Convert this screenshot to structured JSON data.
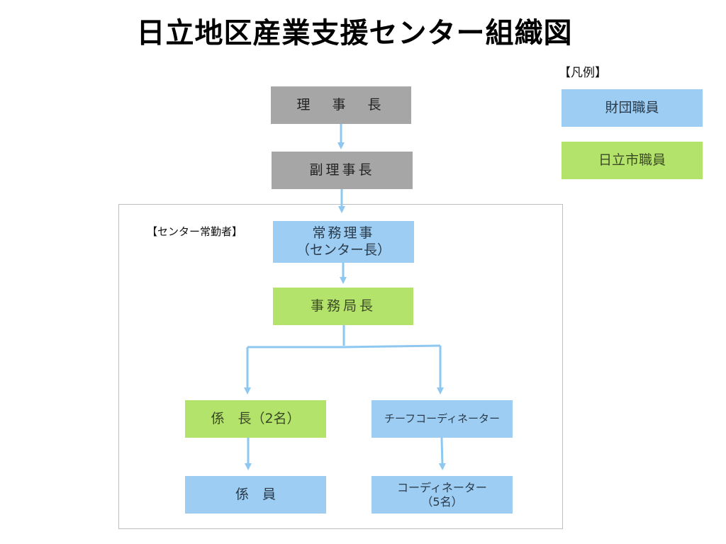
{
  "title": "日立地区産業支援センター組織図",
  "legend": {
    "title": "【凡例】",
    "foundation_staff": "財団職員",
    "city_staff": "日立市職員"
  },
  "frame_label": "【センター常勤者】",
  "nodes": {
    "chairman": "理　事　長",
    "vice_chairman": "副理事長",
    "managing_director_line1": "常務理事",
    "managing_director_line2": "（センター長）",
    "secretary_general": "事務局長",
    "section_chief": "係　長（2名）",
    "chief_coordinator": "チーフコーディネーター",
    "staff": "係　員",
    "coordinator_line1": "コーディネーター",
    "coordinator_line2": "（5名）"
  },
  "colors": {
    "gray": "#a6a6a6",
    "foundation_blue": "#9dcdf2",
    "city_green": "#b4e36b",
    "connector": "#8ec8f0"
  }
}
